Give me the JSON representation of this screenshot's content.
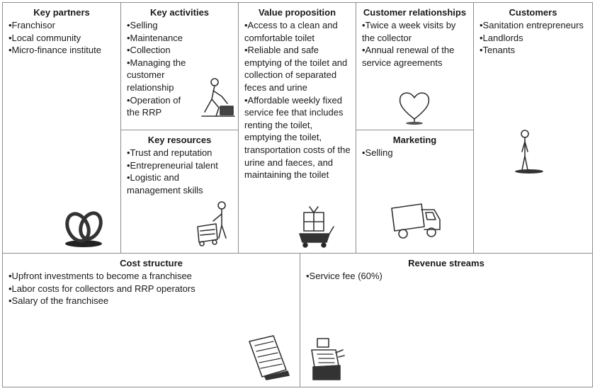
{
  "canvas": {
    "key_partners": {
      "title": "Key partners",
      "items": [
        "•Franchisor",
        "•Local community",
        "•Micro-finance institute"
      ]
    },
    "key_activities": {
      "title": "Key activities",
      "items": [
        "•Selling",
        "•Maintenance",
        "•Collection",
        "•Managing the customer relationship",
        "•Operation of the RRP"
      ]
    },
    "key_resources": {
      "title": "Key resources",
      "items": [
        "•Trust and reputation",
        "•Entrepreneurial talent",
        "•Logistic and management skills"
      ]
    },
    "value_proposition": {
      "title": "Value proposition",
      "items": [
        "•Access to a clean and comfortable toilet",
        "•Reliable and safe emptying of the toilet and collection of separated feces and urine",
        "•Affordable weekly fixed service fee that includes renting the toilet, emptying the toilet, transportation costs of the urine and faeces, and maintaining the toilet"
      ]
    },
    "customer_relationships": {
      "title": "Customer relationships",
      "items": [
        "•Twice a week visits by the collector",
        "•Annual renewal of the service agreements"
      ]
    },
    "marketing": {
      "title": "Marketing",
      "items": [
        "•Selling"
      ]
    },
    "customers": {
      "title": "Customers",
      "items": [
        "•Sanitation entrepreneurs",
        "•Landlords",
        "•Tenants"
      ]
    },
    "cost_structure": {
      "title": "Cost structure",
      "items": [
        "•Upfront investments to become a franchisee",
        "•Labor costs for collectors and RRP operators",
        "•Salary of the franchisee"
      ]
    },
    "revenue_streams": {
      "title": "Revenue streams",
      "items": [
        "•Service fee (60%)"
      ]
    }
  },
  "icons": {
    "key_partners": "chain-link-icon",
    "key_activities": "worker-kneeling-icon",
    "key_resources": "person-with-cart-icon",
    "value_proposition": "gift-trolley-icon",
    "customer_relationships": "heart-icon",
    "marketing": "truck-icon",
    "customers": "standing-person-icon",
    "cost_structure": "invoice-icon",
    "revenue_streams": "cash-register-icon"
  }
}
